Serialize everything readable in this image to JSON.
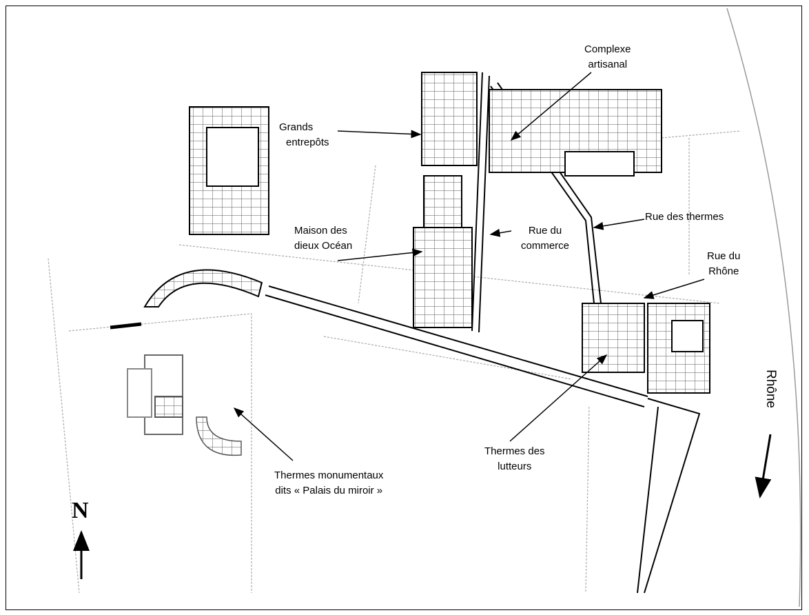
{
  "title": "Plan du quartier antique",
  "labels": {
    "complexe": [
      "Complexe",
      "artisanal"
    ],
    "entrepots": [
      "Grands",
      "entrepôts"
    ],
    "rue_thermes": "Rue des thermes",
    "maison": [
      "Maison des",
      "dieux Océan"
    ],
    "rue_commerce": [
      "Rue du",
      "commerce"
    ],
    "rue_rhone": [
      "Rue du",
      "Rhône"
    ],
    "thermes_lutteurs": [
      "Thermes des",
      "lutteurs"
    ],
    "thermes_monumentaux": [
      "Thermes monumentaux",
      "dits « Palais du miroir »"
    ]
  },
  "river": "Rhône",
  "north": "N",
  "colors": {
    "ink": "#000000",
    "light": "#9a9a9a"
  }
}
